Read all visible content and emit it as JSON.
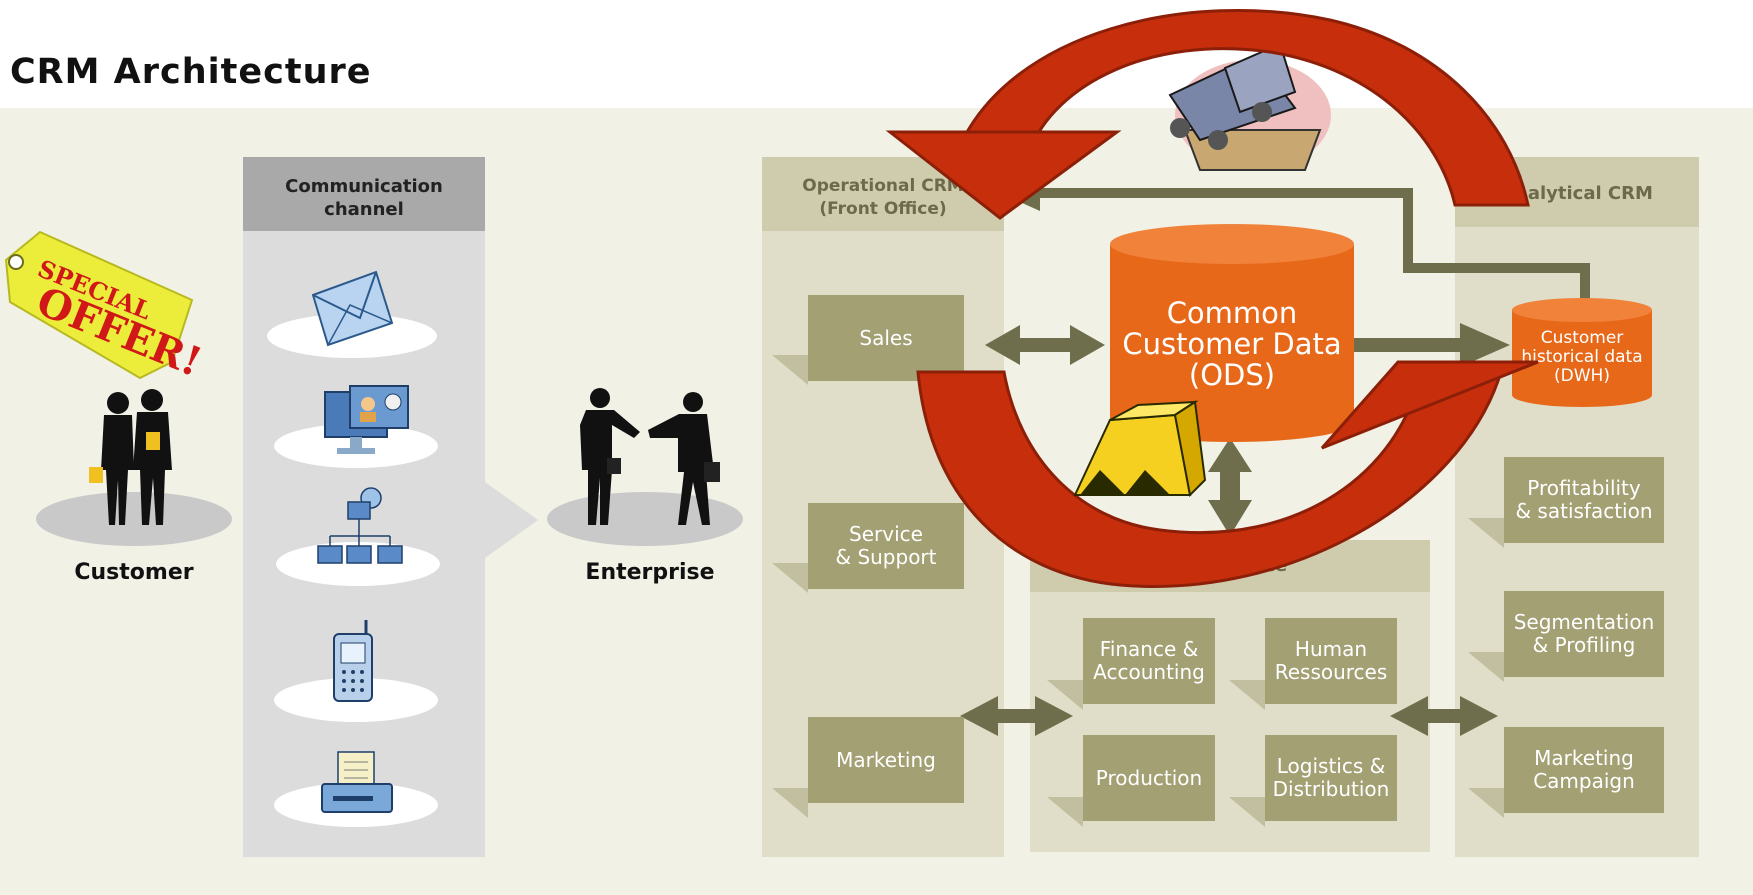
{
  "title": "CRM Architecture",
  "customer_label": "Customer",
  "enterprise_label": "Enterprise",
  "special_offer": "SPECIAL OFFER!",
  "communication": {
    "heading_line1": "Communication",
    "heading_line2": "channel"
  },
  "operational": {
    "heading_line1": "Operational CRM",
    "heading_line2": "(Front Office)",
    "boxes": [
      {
        "line1": "Sales",
        "line2": ""
      },
      {
        "line1": "Service",
        "line2": "& Support"
      },
      {
        "line1": "Marketing",
        "line2": ""
      }
    ]
  },
  "ods": {
    "line1": "Common",
    "line2": "Customer Data",
    "line3": "(ODS)"
  },
  "dwh": {
    "line1": "Customer",
    "line2": "historical data",
    "line3": "(DWH)"
  },
  "back_office": {
    "heading": "Back-Office",
    "boxes": [
      {
        "line1": "Finance &",
        "line2": "Accounting"
      },
      {
        "line1": "Human",
        "line2": "Ressources"
      },
      {
        "line1": "Production",
        "line2": ""
      },
      {
        "line1": "Logistics &",
        "line2": "Distribution"
      }
    ]
  },
  "analytical": {
    "heading": "Analytical CRM",
    "boxes": [
      {
        "line1": "Profitability",
        "line2": "& satisfaction"
      },
      {
        "line1": "Segmentation",
        "line2": "& Profiling"
      },
      {
        "line1": "Marketing",
        "line2": "Campaign"
      }
    ]
  },
  "icons": [
    "envelope-icon",
    "computer-contact-icon",
    "network-icon",
    "mobile-phone-icon",
    "fax-icon",
    "handshake-icon",
    "people-icon",
    "mine-cart-icon",
    "gold-bars-icon",
    "cycle-arrows-icon"
  ]
}
